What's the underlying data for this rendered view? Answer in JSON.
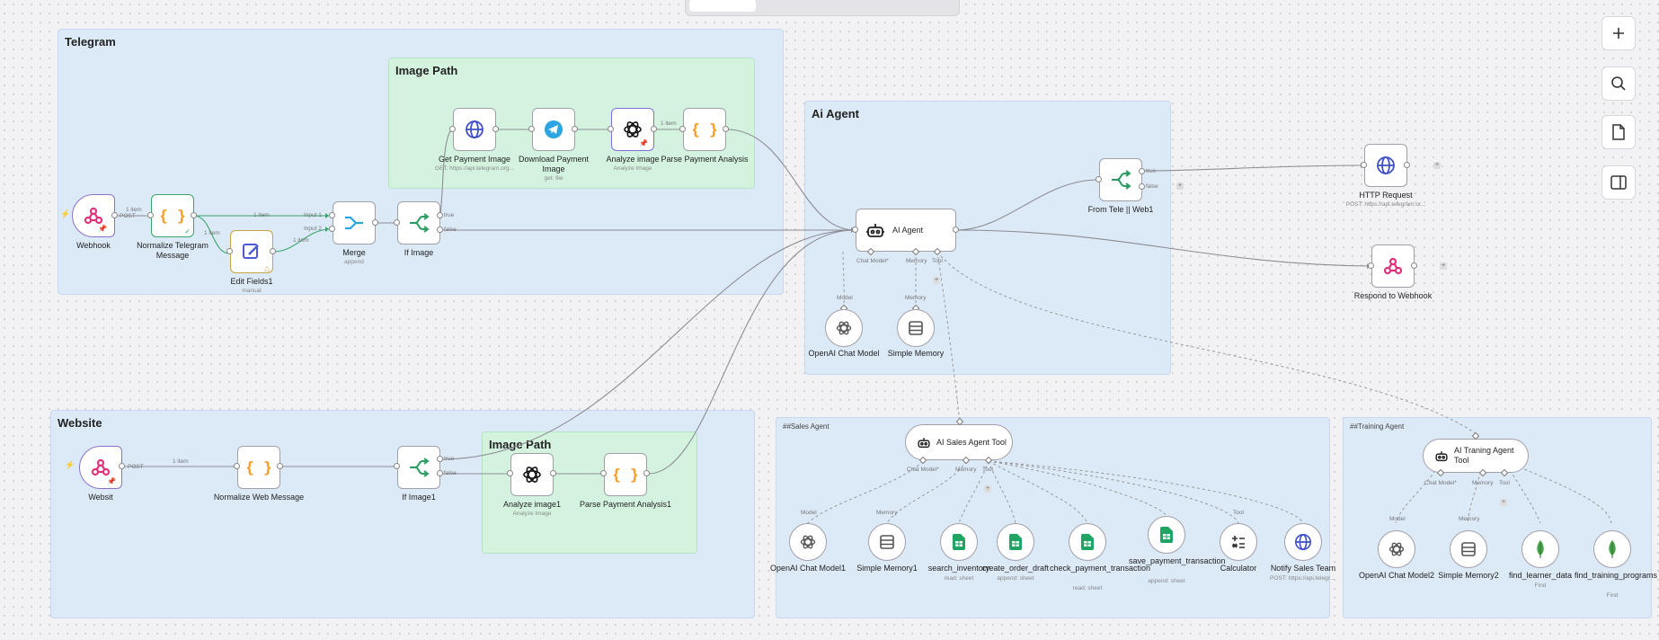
{
  "groups": {
    "telegram": "Telegram",
    "image_path_1": "Image Path",
    "ai_agent": "Ai Agent",
    "website": "Website",
    "image_path_2": "Image Path",
    "sales_agent": "##Sales Agent",
    "training_agent": "##Training Agent"
  },
  "nodes": {
    "webhook": {
      "label": "Webhook"
    },
    "normalize_telegram": {
      "label": "Normalize Telegram Message"
    },
    "edit_fields": {
      "label": "Edit Fields1",
      "sub": "manual"
    },
    "merge": {
      "label": "Merge",
      "sub": "append"
    },
    "if_image": {
      "label": "If Image"
    },
    "get_payment_image": {
      "label": "Get Payment Image",
      "sub": "GET: https://api.telegram.org..."
    },
    "download_payment_image": {
      "label": "Download Payment Image",
      "sub": "get: file"
    },
    "analyze_image": {
      "label": "Analyze image",
      "sub": "Analyze Image"
    },
    "parse_payment_analysis": {
      "label": "Parse Payment Analysis"
    },
    "ai_agent": {
      "label": "AI Agent"
    },
    "openai_chat_model": {
      "label": "OpenAI Chat Model"
    },
    "simple_memory": {
      "label": "Simple Memory"
    },
    "from_tele_web": {
      "label": "From Tele || Web1"
    },
    "http_request": {
      "label": "HTTP Request",
      "sub": "POST: https://api.telegram.or..."
    },
    "respond_webhook": {
      "label": "Respond to Webhook"
    },
    "websit": {
      "label": "Websit"
    },
    "normalize_web": {
      "label": "Normalize Web Message"
    },
    "if_image1": {
      "label": "If Image1"
    },
    "analyze_image1": {
      "label": "Analyze image1",
      "sub": "Analyze Image"
    },
    "parse_payment_analysis1": {
      "label": "Parse Payment Analysis1"
    },
    "sales_tool": {
      "label": "AI Sales Agent Tool"
    },
    "openai_chat_model1": {
      "label": "OpenAI Chat Model1"
    },
    "simple_memory1": {
      "label": "Simple Memory1"
    },
    "search_inventory": {
      "label": "search_inventory",
      "sub": "read: sheet"
    },
    "create_order_draft": {
      "label": "create_order_draft",
      "sub": "append: sheet"
    },
    "check_payment_transaction": {
      "label": "check_payment_transaction",
      "sub": "read: sheet"
    },
    "save_payment_transaction": {
      "label": "save_payment_transaction",
      "sub": "append: sheet"
    },
    "calculator": {
      "label": "Calculator"
    },
    "notify_sales_team": {
      "label": "Notify Sales Team",
      "sub": "POST: https://api.telegr..."
    },
    "training_tool": {
      "label": "AI Traning Agent Tool"
    },
    "openai_chat_model2": {
      "label": "OpenAI Chat Model2"
    },
    "simple_memory2": {
      "label": "Simple Memory2"
    },
    "find_learner_data": {
      "label": "find_learner_data",
      "sub": "Find"
    },
    "find_training_programs": {
      "label": "find_training_programs",
      "sub": "Find"
    }
  },
  "wire_labels": {
    "one_item": "1 item",
    "post": "POST",
    "input1": "Input 1",
    "input2": "Input 2",
    "true": "true",
    "false": "false"
  },
  "handle_labels": {
    "chat_model": "Chat Model*",
    "memory": "Memory",
    "tool": "Tool",
    "model": "Model"
  },
  "controls": {
    "zoom_in": "zoom-in",
    "search": "search",
    "sticky": "sticky-note",
    "panel": "panel"
  },
  "colors": {
    "webhook": "#e0327a",
    "code": "#ff9b26",
    "switch": "#2b9a63",
    "http": "#3f4fc9",
    "telegram": "#2ca5e0",
    "sheets": "#20a464",
    "mongo": "#4aa34a",
    "edit": "#4c5bd4"
  }
}
